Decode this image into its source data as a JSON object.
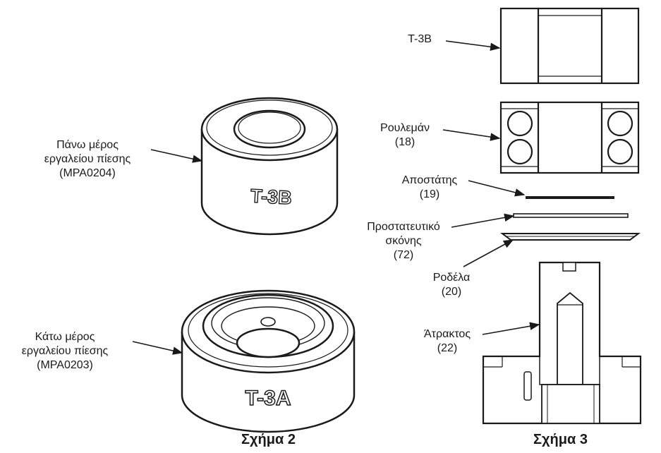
{
  "figure2": {
    "caption": "Σχήμα 2",
    "upper_tool": {
      "label_lines": [
        "Πάνω μέρος",
        "εργαλείου πίεσης",
        "(MPA0204)"
      ],
      "marking": "T-3B"
    },
    "lower_tool": {
      "label_lines": [
        "Κάτω μέρος",
        "εργαλείου πίεσης",
        "(MPA0203)"
      ],
      "marking": "T-3A"
    }
  },
  "figure3": {
    "caption": "Σχήμα 3",
    "callouts": {
      "t3b": {
        "lines": [
          "T-3B"
        ]
      },
      "bearing": {
        "lines": [
          "Ρουλεμάν",
          "(18)"
        ]
      },
      "spacer": {
        "lines": [
          "Αποστάτης",
          "(19)"
        ]
      },
      "dust_shield": {
        "lines": [
          "Προστατευτικό",
          "σκόνης",
          "(72)"
        ]
      },
      "washer": {
        "lines": [
          "Ροδέλα",
          "(20)"
        ]
      },
      "spindle": {
        "lines": [
          "Άτρακτος",
          "(22)"
        ]
      }
    }
  },
  "colors": {
    "ink": "#1a1a1a",
    "fill": "#ffffff",
    "shade": "#dcdcdc"
  }
}
